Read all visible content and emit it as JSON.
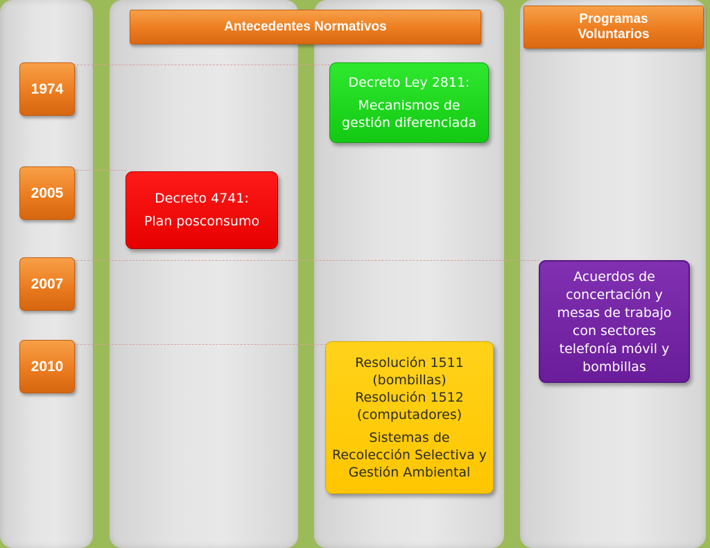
{
  "headers": {
    "normativos": "Antecedentes Normativos",
    "voluntarios": "Programas\nVoluntarios"
  },
  "years": [
    "1974",
    "2005",
    "2007",
    "2010"
  ],
  "boxes": {
    "decreto_2811": {
      "lines": [
        "Decreto Ley 2811:",
        "Mecanismos de gestión diferenciada"
      ],
      "color": "#18d018"
    },
    "decreto_4741": {
      "lines": [
        "Decreto 4741:",
        "Plan posconsumo"
      ],
      "color": "#ff0000"
    },
    "acuerdos": {
      "lines": [
        "Acuerdos de concertación y mesas de trabajo con sectores telefonía móvil y bombillas"
      ],
      "color": "#7026a3"
    },
    "resoluciones": {
      "lines": [
        "Resolución 1511 (bombillas)",
        "Resolución 1512 (computadores)",
        "Sistemas de Recolección Selectiva y Gestión Ambiental"
      ],
      "color": "#ffc800"
    }
  },
  "colors": {
    "background": "#9bbb59",
    "header_orange": "#ec7c1f",
    "connector": "#d9a0a0"
  }
}
